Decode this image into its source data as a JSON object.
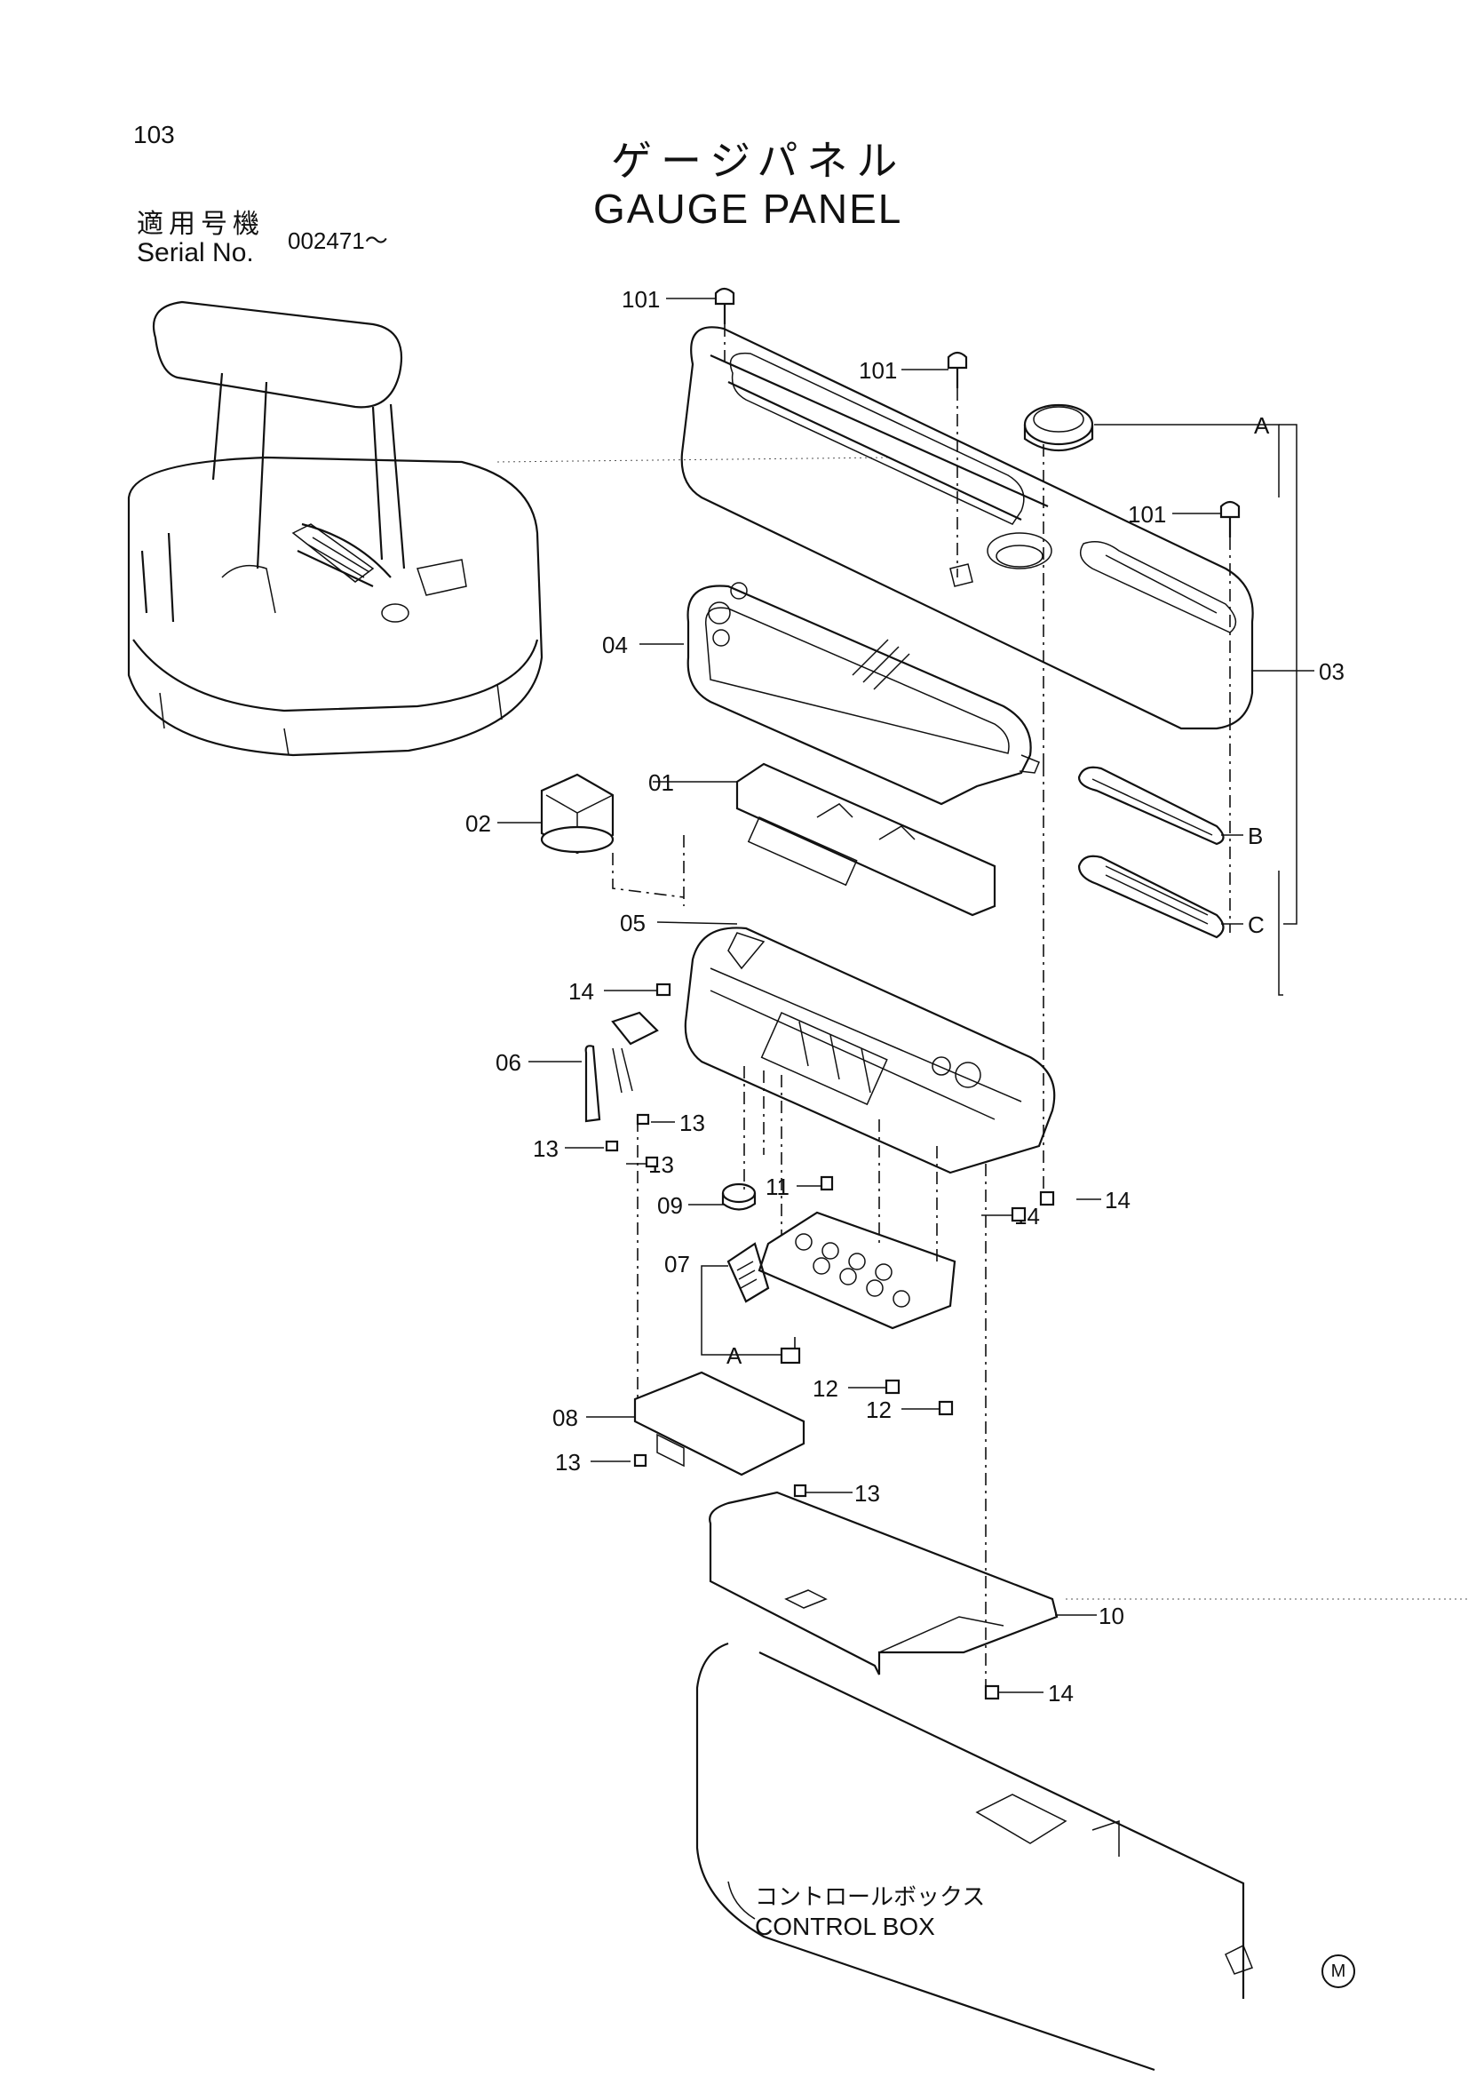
{
  "page_number": "103",
  "title_jp": "ゲージパネル",
  "title_en": "GAUGE PANEL",
  "serial": {
    "label_jp": "適用号機",
    "label_en": "Serial No.",
    "value": "002471～"
  },
  "control_box": {
    "label_jp": "コントロールボックス",
    "label_en": "CONTROL BOX"
  },
  "mark": "M",
  "callouts": {
    "c101a": "101",
    "c101b": "101",
    "c101c": "101",
    "cA1": "A",
    "c03": "03",
    "c04": "04",
    "cB": "B",
    "cC": "C",
    "c01": "01",
    "c02": "02",
    "c05": "05",
    "c14a": "14",
    "c06": "06",
    "c13a": "13",
    "c13b": "13",
    "c13c": "13",
    "c09": "09",
    "c11": "11",
    "c14b": "14",
    "c14c": "14",
    "c07": "07",
    "cA2": "A",
    "c12a": "12",
    "c12b": "12",
    "c08": "08",
    "c13d": "13",
    "c13e": "13",
    "c10": "10",
    "c14d": "14"
  }
}
